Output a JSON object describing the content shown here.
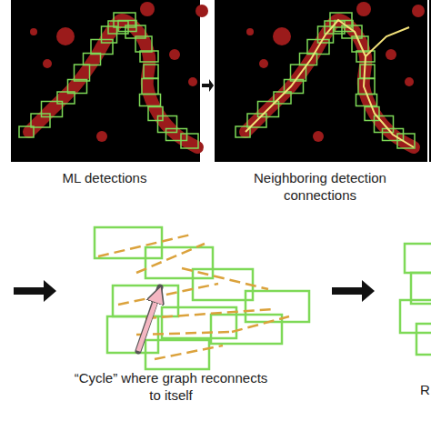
{
  "diagram": {
    "labels": [
      "ML detections",
      "Neighboring detection connections",
      "“Cycle” where graph reconnects to itself",
      "R"
    ]
  }
}
